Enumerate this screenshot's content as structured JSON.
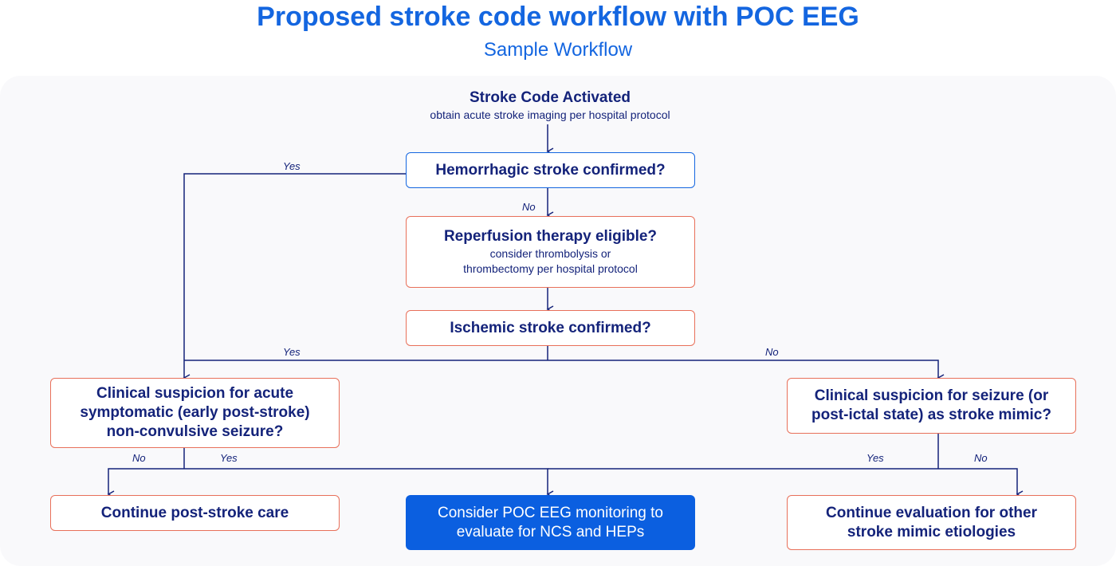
{
  "header": {
    "title": "Proposed stroke code workflow with POC EEG",
    "subtitle": "Sample Workflow"
  },
  "start": {
    "title": "Stroke Code Activated",
    "subtitle": "obtain acute stroke imaging per hospital protocol"
  },
  "nodes": {
    "hemorrhagic": "Hemorrhagic stroke confirmed?",
    "reperfusion": {
      "title": "Reperfusion therapy eligible?",
      "line1": "consider thrombolysis or",
      "line2": "thrombectomy per hospital protocol"
    },
    "ischemic": "Ischemic stroke confirmed?",
    "acute_seizure": {
      "line1": "Clinical suspicion for acute",
      "line2": "symptomatic (early post-stroke)",
      "line3": "non-convulsive seizure?"
    },
    "mimic_seizure": {
      "line1": "Clinical suspicion for seizure (or",
      "line2": "post-ictal state) as stroke mimic?"
    },
    "continue_care": "Continue post-stroke care",
    "poc_eeg": {
      "line1": "Consider POC EEG monitoring to",
      "line2": "evaluate for NCS and HEPs"
    },
    "continue_eval": {
      "line1": "Continue evaluation for other",
      "line2": "stroke mimic etiologies"
    }
  },
  "edge_labels": {
    "hemorrhagic_yes": "Yes",
    "hemorrhagic_no": "No",
    "ischemic_yes": "Yes",
    "ischemic_no": "No",
    "acute_no": "No",
    "acute_yes": "Yes",
    "mimic_yes": "Yes",
    "mimic_no": "No"
  },
  "colors": {
    "title_blue": "#1466e0",
    "text_navy": "#14237a",
    "box_border_red": "#e8705a",
    "box_border_blue": "#1466e0",
    "filled_blue": "#0b5fe0"
  }
}
